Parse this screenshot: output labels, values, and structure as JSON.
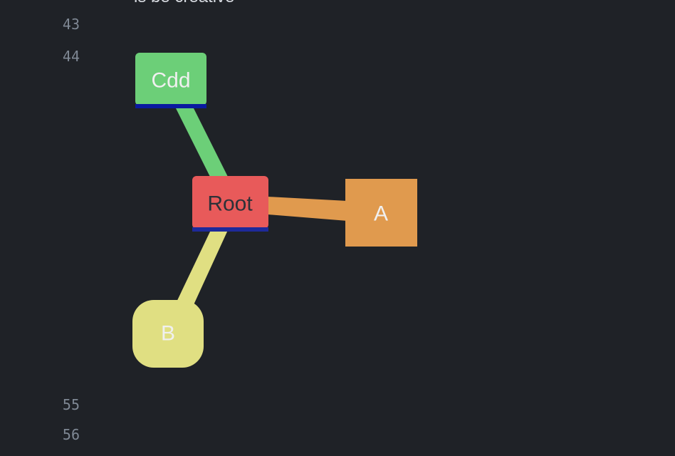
{
  "editor": {
    "clipped_line_text": "is be creative",
    "line_numbers": [
      "43",
      "44",
      "55",
      "56"
    ]
  },
  "mindmap": {
    "nodes": {
      "root": {
        "label": "Root",
        "color": "#e85a5a",
        "underline": "#1e2a9a"
      },
      "cdd": {
        "label": "Cdd",
        "color": "#6ccf78",
        "underline": "#0a1aa0"
      },
      "a": {
        "label": "A",
        "color": "#e09a4e"
      },
      "b": {
        "label": "B",
        "color": "#e0df82"
      }
    },
    "edge_colors": {
      "cdd": "#6ccf78",
      "a": "#e09a4e",
      "b": "#e0df82"
    },
    "label_colors": {
      "light": "#f0f0f0",
      "dark": "#2d3138"
    }
  }
}
